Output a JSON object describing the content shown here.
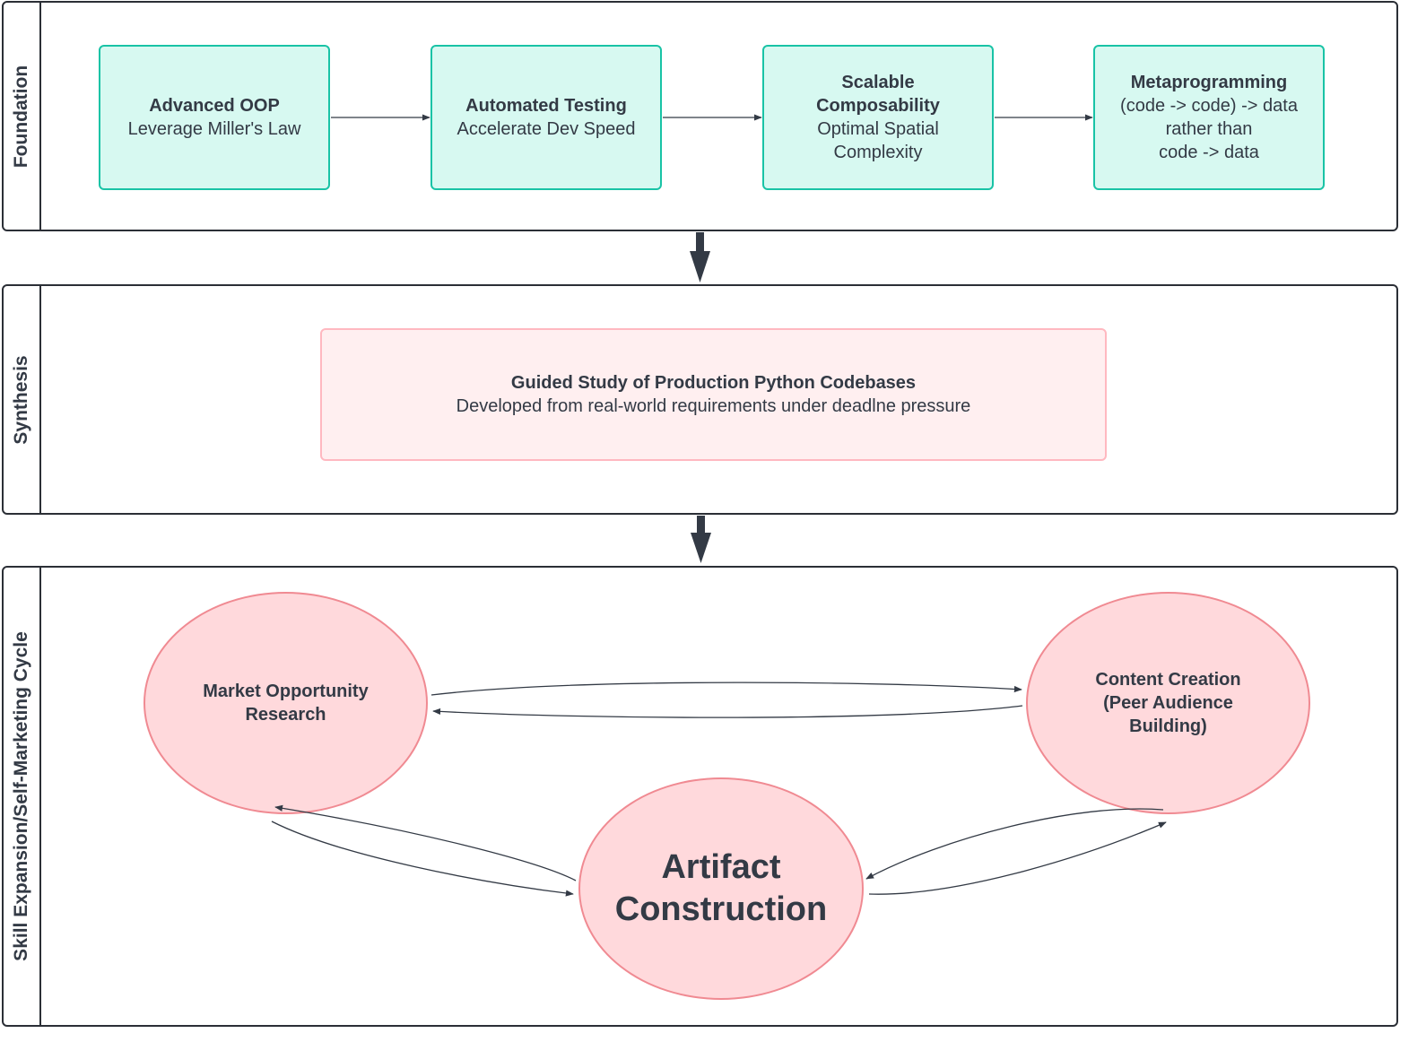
{
  "lanes": {
    "foundation": {
      "title": "Foundation"
    },
    "synthesis": {
      "title": "Synthesis"
    },
    "cycle": {
      "title": "Skill Expansion/Self-Marketing Cycle"
    }
  },
  "foundation_nodes": [
    {
      "title": "Advanced OOP",
      "lines": [
        "Leverage Miller's Law"
      ]
    },
    {
      "title": "Automated Testing",
      "lines": [
        "Accelerate Dev Speed"
      ]
    },
    {
      "title_lines": [
        "Scalable",
        "Composability"
      ],
      "lines": [
        "Optimal Spatial",
        "Complexity"
      ]
    },
    {
      "title": "Metaprogramming",
      "lines": [
        "(code -> code) -> data",
        "rather than",
        "code -> data"
      ]
    }
  ],
  "synthesis_node": {
    "title": "Guided Study of Production Python Codebases",
    "subtitle": "Developed from real-world requirements under deadlne pressure"
  },
  "cycle_nodes": {
    "market": {
      "lines": [
        "Market Opportunity",
        "Research"
      ]
    },
    "content": {
      "lines": [
        "Content Creation",
        "(Peer Audience",
        "Building)"
      ]
    },
    "artifact": {
      "lines": [
        "Artifact",
        "Construction"
      ]
    }
  },
  "colors": {
    "teal_fill": "#d7f9f1",
    "teal_border": "#19c3a6",
    "pink_fill": "#ffeff0",
    "pink_border": "#ffb8c0",
    "ellipse_fill": "#ffd9dc",
    "ellipse_border": "#f08a92",
    "lane_border": "#2b2f36",
    "text": "#333a45"
  }
}
